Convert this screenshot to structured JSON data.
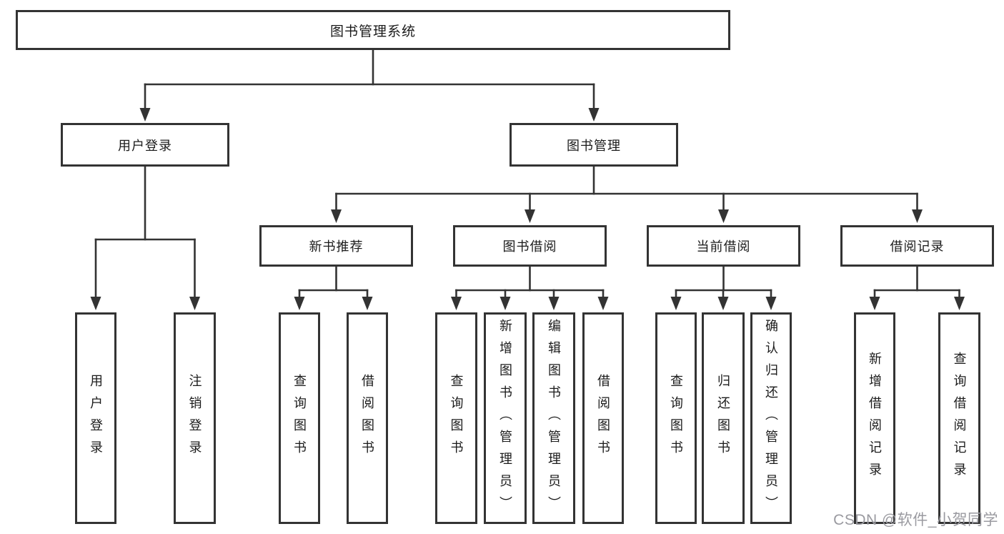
{
  "diagram": {
    "root": {
      "label": "图书管理系统"
    },
    "level2": [
      {
        "label": "用户登录"
      },
      {
        "label": "图书管理"
      }
    ],
    "level3": [
      {
        "label": "新书推荐"
      },
      {
        "label": "图书借阅"
      },
      {
        "label": "当前借阅"
      },
      {
        "label": "借阅记录"
      }
    ],
    "leaves": {
      "user_login": [
        "用户登录",
        "注销登录"
      ],
      "new_books": [
        "查询图书",
        "借阅图书"
      ],
      "borrow": [
        "查询图书",
        "新增图书（管理员）",
        "编辑图书（管理员）",
        "借阅图书"
      ],
      "current": [
        "查询图书",
        "归还图书",
        "确认归还（管理员）"
      ],
      "records": [
        "新增借阅记录",
        "查询借阅记录"
      ]
    }
  },
  "watermark": {
    "text": "CSDN @软件_小贺同学"
  },
  "colors": {
    "line": "#333333",
    "box_border": "#333333",
    "text": "#1b1b1b",
    "watermark": "#9a9aa0",
    "background": "#ffffff"
  }
}
